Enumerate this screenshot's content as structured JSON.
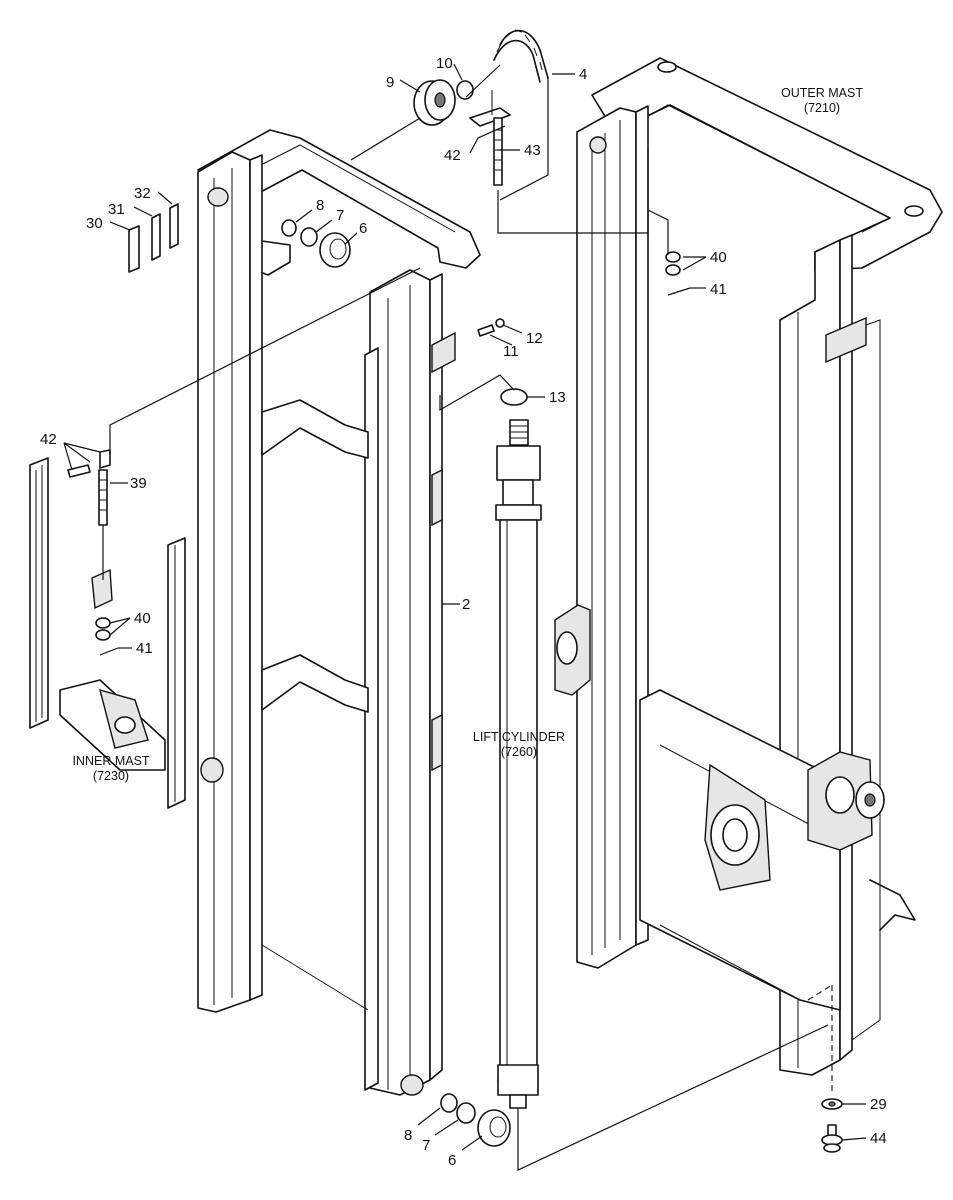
{
  "labels": {
    "outer_mast": "OUTER MAST",
    "outer_mast_code": "(7210)",
    "inner_mast": "INNER MAST",
    "inner_mast_code": "(7230)",
    "lift_cylinder": "LIFT CYLINDER",
    "lift_cylinder_code": "(7260)"
  },
  "parts": {
    "p2": "2",
    "p4": "4",
    "p6": "6",
    "p6b": "6",
    "p7": "7",
    "p7b": "7",
    "p8": "8",
    "p8b": "8",
    "p9": "9",
    "p10": "10",
    "p11": "11",
    "p12": "12",
    "p13": "13",
    "p29": "29",
    "p30": "30",
    "p31": "31",
    "p32": "32",
    "p39": "39",
    "p40": "40",
    "p40b": "40",
    "p41": "41",
    "p41b": "41",
    "p42": "42",
    "p42b": "42",
    "p43": "43",
    "p44": "44"
  }
}
